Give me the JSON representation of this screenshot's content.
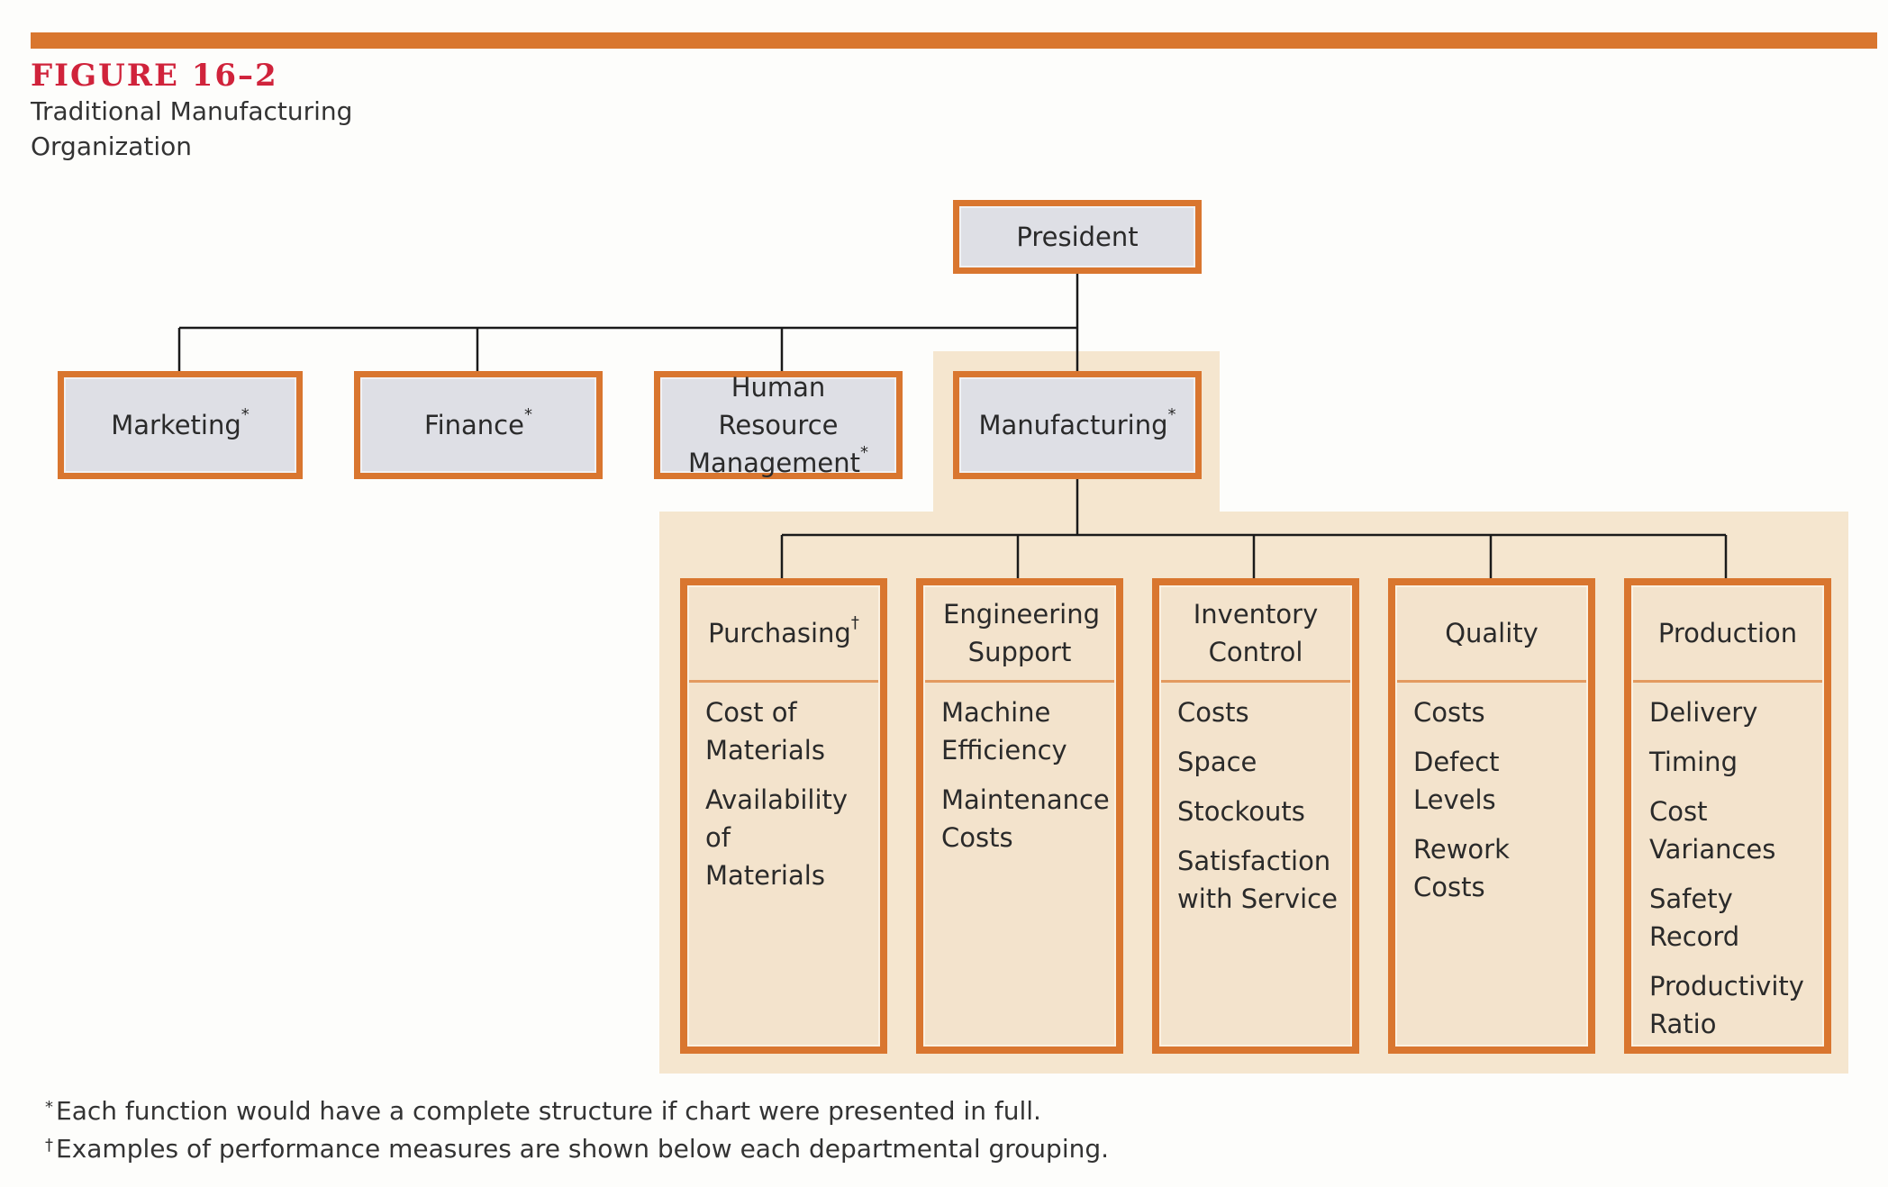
{
  "figure": {
    "label": "FIGURE 16–2",
    "title": "Traditional Manufacturing Organization"
  },
  "top": {
    "label": "President"
  },
  "functions": [
    {
      "label": "Marketing",
      "mark": "*"
    },
    {
      "label": "Finance",
      "mark": "*"
    },
    {
      "label": "Human Resource Management",
      "mark": "*"
    },
    {
      "label": "Manufacturing",
      "mark": "*"
    }
  ],
  "departments": [
    {
      "label": "Purchasing",
      "mark": "†",
      "measures": [
        "Cost of Materials",
        "Availability of Materials"
      ]
    },
    {
      "label": "Engineering Support",
      "mark": "",
      "measures": [
        "Machine Efficiency",
        "Maintenance Costs"
      ]
    },
    {
      "label": "Inventory Control",
      "mark": "",
      "measures": [
        "Costs",
        "Space",
        "Stockouts",
        "Satisfaction with Service"
      ]
    },
    {
      "label": "Quality",
      "mark": "",
      "measures": [
        "Costs",
        "Defect Levels",
        "Rework Costs"
      ]
    },
    {
      "label": "Production",
      "mark": "",
      "measures": [
        "Delivery",
        "Timing",
        "Cost Variances",
        "Safety Record",
        "Productivity Ratio"
      ]
    }
  ],
  "footnotes": [
    {
      "mark": "*",
      "text": "Each function would have a complete structure if chart were presented in full."
    },
    {
      "mark": "†",
      "text": "Examples of performance measures are shown below each departmental grouping."
    }
  ],
  "colors": {
    "accent": "#d9762f",
    "figure_label": "#d0233b",
    "box_fill": "#dedfe5",
    "shade": "#f5e6cf"
  }
}
